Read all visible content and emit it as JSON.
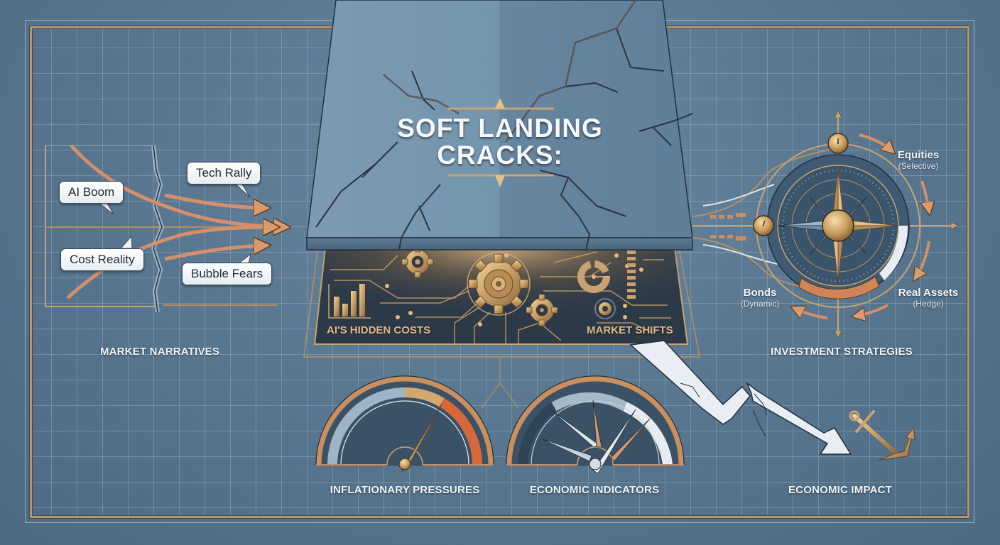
{
  "title": {
    "line1": "SOFT LANDING",
    "line2": "CRACKS:"
  },
  "market_narratives": {
    "section_label": "MARKET NARRATIVES",
    "bubbles": [
      {
        "label": "AI Boom"
      },
      {
        "label": "Tech Rally"
      },
      {
        "label": "Cost Reality"
      },
      {
        "label": "Bubble Fears"
      }
    ]
  },
  "hidden_panel": {
    "left_label": "AI'S HIDDEN COSTS",
    "right_label": "MARKET SHIFTS",
    "icons": [
      "bar-chart-icon",
      "gear-icon",
      "donut-chart-icon",
      "circuit-icon"
    ]
  },
  "investment_strategies": {
    "section_label": "INVESTMENT STRATEGIES",
    "quadrants": [
      {
        "label": "Equities",
        "sub": "(Selective)"
      },
      {
        "label": "Bonds",
        "sub": "(Dynamic)"
      },
      {
        "label": "Real Assets",
        "sub": "(Hedge)"
      }
    ]
  },
  "gauges": [
    {
      "label": "INFLATIONARY PRESSURES",
      "needle_angle_deg": 55,
      "zones": [
        "#9fb4c6",
        "#d2a86c",
        "#d8683a"
      ]
    },
    {
      "label": "ECONOMIC INDICATORS",
      "needle_angle_deg": 60,
      "zones": [
        "#3b5266",
        "#a6b9c8",
        "#e6ecf1"
      ]
    }
  ],
  "economic_impact": {
    "section_label": "ECONOMIC IMPACT",
    "icon": "anchor-icon"
  },
  "colors": {
    "background": "#5a7891",
    "gold": "#c9a36f",
    "copper": "#d68e62",
    "slab": "#6e8ea8",
    "panel_dark": "#2b3947"
  }
}
